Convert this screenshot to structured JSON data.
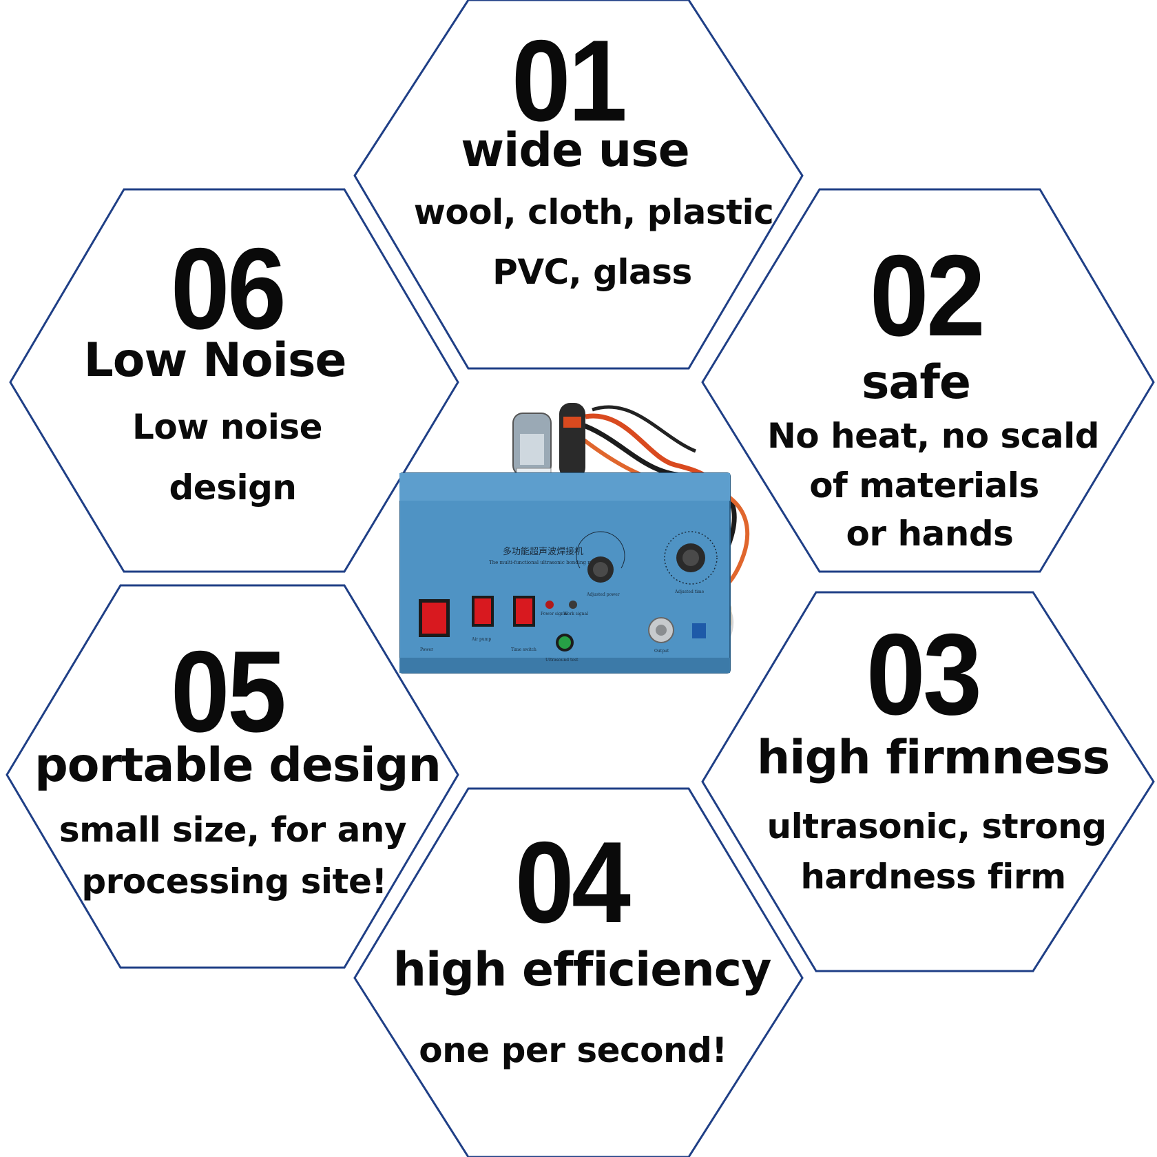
{
  "colors": {
    "outline": "#1f3f86",
    "text": "#0a0a0a",
    "machine_body": "#4f93c4",
    "switch_red": "#d8191f",
    "test_button": "#27a046"
  },
  "features": [
    {
      "id": "01",
      "number": "01",
      "title": "wide use",
      "lines": [
        "wool, cloth, plastic",
        "PVC, glass"
      ]
    },
    {
      "id": "02",
      "number": "02",
      "title": "safe",
      "lines": [
        "No heat, no scald",
        "of materials",
        "or hands"
      ]
    },
    {
      "id": "03",
      "number": "03",
      "title": "high firmness",
      "lines": [
        "ultrasonic, strong",
        "hardness firm"
      ]
    },
    {
      "id": "04",
      "number": "04",
      "title": "high efficiency",
      "lines": [
        "one per second!"
      ]
    },
    {
      "id": "05",
      "number": "05",
      "title": "portable design",
      "lines": [
        "small size, for any",
        "processing site!"
      ]
    },
    {
      "id": "06",
      "number": "06",
      "title": "Low Noise",
      "lines": [
        "Low noise",
        "design"
      ]
    }
  ],
  "machine": {
    "name_cn": "多功能超声波焊接机",
    "name_en": "The multi-functional ultrasonic bonding machine",
    "controls": {
      "power": "Power",
      "air_pump": "Air pump",
      "time_switch": "Time switch",
      "power_signal": "Power signal",
      "work_signal": "Work signal",
      "ultrasound_test": "Ultrasound test",
      "adjust_power": "Adjusted power",
      "adjust_time": "Adjusted time",
      "output": "Output"
    }
  }
}
